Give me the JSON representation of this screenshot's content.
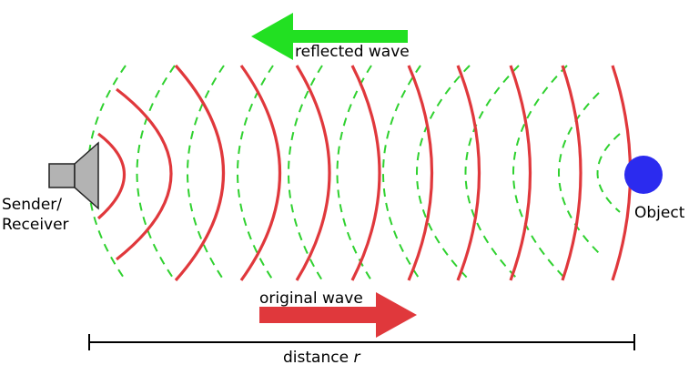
{
  "labels": {
    "reflected": "reflected wave",
    "original": "original wave",
    "sender_line1": "Sender/",
    "sender_line2": "Receiver",
    "object": "Object",
    "distance_prefix": "distance ",
    "distance_var": "r"
  },
  "colors": {
    "original_wave": "#e0383c",
    "reflected_wave": "#2fd12f",
    "reflected_arrow": "#22e022",
    "object": "#2b2bef",
    "speaker_fill": "#b3b3b3"
  },
  "icons": {
    "speaker": "speaker-icon",
    "object": "object-ball"
  }
}
